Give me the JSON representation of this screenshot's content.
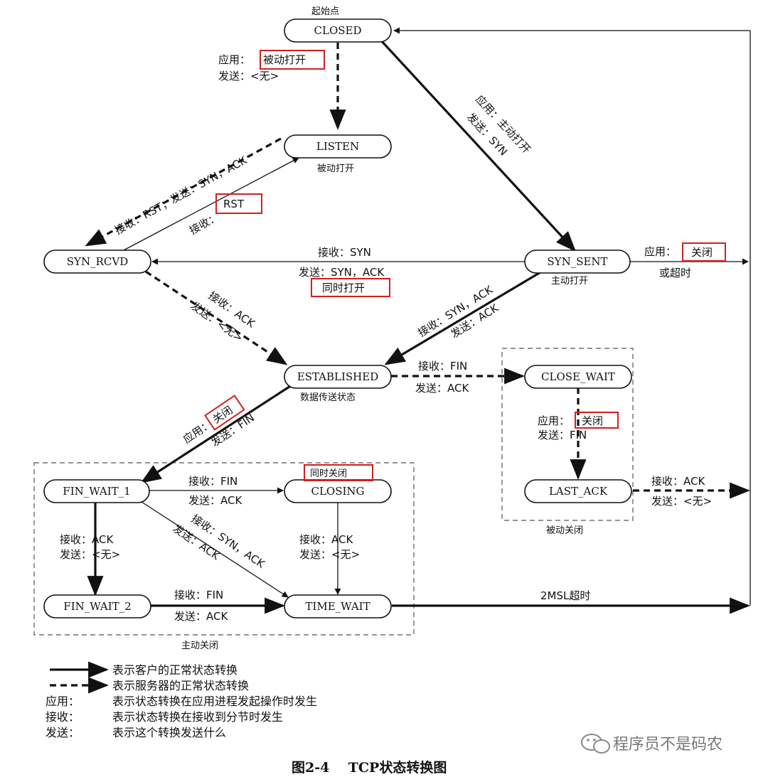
{
  "states": {
    "closed": "CLOSED",
    "listen": "LISTEN",
    "syn_rcvd": "SYN_RCVD",
    "syn_sent": "SYN_SENT",
    "established": "ESTABLISHED",
    "close_wait": "CLOSE_WAIT",
    "last_ack": "LAST_ACK",
    "fin_wait_1": "FIN_WAIT_1",
    "closing": "CLOSING",
    "fin_wait_2": "FIN_WAIT_2",
    "time_wait": "TIME_WAIT"
  },
  "captions": {
    "start": "起始点",
    "listen": "被动打开",
    "syn_sent": "主动打开",
    "established": "数据传送状态",
    "passive_close": "被动关闭",
    "active_close": "主动关闭"
  },
  "transitions": {
    "closed_listen_app_prefix": "应用：",
    "closed_listen_app": "被动打开",
    "closed_listen_send": "发送：<无>",
    "closed_synsent_app": "应用：主动打开",
    "closed_synsent_send": "发送：SYN",
    "listen_synrcvd": "接收：RST；发送：SYN，ACK",
    "synrcvd_listen_prefix": "接收：",
    "synrcvd_listen_rst": "RST",
    "synsent_synrcvd_recv": "接收：SYN",
    "synsent_synrcvd_send": "发送：SYN，ACK",
    "simultaneous_open": "同时打开",
    "synsent_closed_prefix": "应用：",
    "synsent_closed_app": "关闭",
    "synsent_closed_or": "或超时",
    "synrcvd_est_recv": "接收：ACK",
    "synrcvd_est_send": "发送：<无>",
    "synsent_est_recv": "接收：SYN，ACK",
    "synsent_est_send": "发送：ACK",
    "est_closewait_recv": "接收：FIN",
    "est_closewait_send": "发送：ACK",
    "closewait_lastack_prefix": "应用：",
    "closewait_lastack_app": "关闭",
    "closewait_lastack_send": "发送：FIN",
    "lastack_closed_recv": "接收：ACK",
    "lastack_closed_send": "发送：<无>",
    "est_finwait1_prefix": "应用：",
    "est_finwait1_app": "关闭",
    "est_finwait1_send": "发送：FIN",
    "finwait1_closing_recv": "接收：FIN",
    "finwait1_closing_send": "发送：ACK",
    "simultaneous_close": "同时关闭",
    "finwait1_timewait_recv": "接收：SYN，ACK",
    "finwait1_timewait_send": "发送：ACK",
    "finwait1_finwait2_recv": "接收：ACK",
    "finwait1_finwait2_send": "发送：<无>",
    "closing_timewait_recv": "接收：ACK",
    "closing_timewait_send": "发送：<无>",
    "finwait2_timewait_recv": "接收：FIN",
    "finwait2_timewait_send": "发送：ACK",
    "timewait_closed": "2MSL超时"
  },
  "legend": {
    "client": "表示客户的正常状态转换",
    "server": "表示服务器的正常状态转换",
    "app_key": "应用：",
    "app_desc": "表示状态转换在应用进程发起操作时发生",
    "recv_key": "接收：",
    "recv_desc": "表示状态转换在接收到分节时发生",
    "send_key": "发送：",
    "send_desc": "表示这个转换发送什么"
  },
  "figure_caption": "图2-4    TCP状态转换图",
  "watermark": "程序员不是码农"
}
